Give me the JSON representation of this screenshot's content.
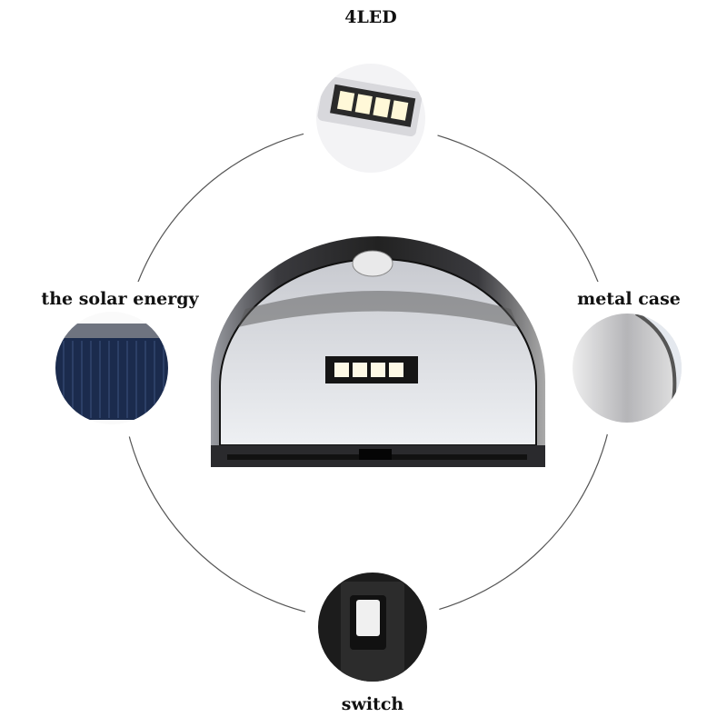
{
  "features": [
    {
      "id": "led",
      "label": "4LED"
    },
    {
      "id": "solar",
      "label": "the solar energy"
    },
    {
      "id": "metal",
      "label": "metal case"
    },
    {
      "id": "switch",
      "label": "switch"
    }
  ],
  "colors": {
    "ring": "#555555",
    "lamp_body": "#3a3a3e",
    "lamp_face": "#d9dbe0",
    "solar_panel": "#1a2a4a"
  }
}
